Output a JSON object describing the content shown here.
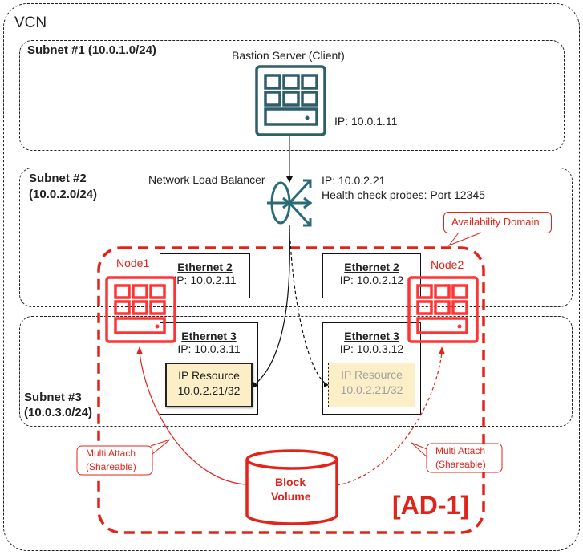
{
  "colors": {
    "accent_red": "#e2231a",
    "teal_icon": "#2f5e6b",
    "ip_resource_fill": "#fcefc7",
    "inactive_text": "#a0a0a0"
  },
  "vcn": {
    "label": "VCN"
  },
  "subnets": [
    {
      "label": "Subnet #1 (10.0.1.0/24)"
    },
    {
      "label_line1": "Subnet #2",
      "label_line2": "(10.0.2.0/24)"
    },
    {
      "label_line1": "Subnet #3",
      "label_line2": "(10.0.3.0/24)"
    }
  ],
  "bastion": {
    "title": "Bastion Server (Client)",
    "ip": "IP: 10.0.1.11",
    "icon": "server-icon"
  },
  "nlb": {
    "title": "Network Load Balancer",
    "ip": "IP: 10.0.2.21",
    "health": "Health check probes: Port 12345",
    "icon": "load-balancer-icon"
  },
  "availability_domain": {
    "callout": "Availability Domain",
    "label": "[AD-1]"
  },
  "nodes": [
    {
      "name": "Node1",
      "eth2": {
        "title": "Ethernet 2",
        "ip": "IP: 10.0.2.11"
      },
      "eth3": {
        "title": "Ethernet 3",
        "ip": "IP: 10.0.3.11"
      },
      "ip_resource": {
        "line1": "IP Resource",
        "line2": "10.0.2.21/32",
        "state": "active"
      }
    },
    {
      "name": "Node2",
      "eth2": {
        "title": "Ethernet 2",
        "ip": "IP: 10.0.2.12"
      },
      "eth3": {
        "title": "Ethernet 3",
        "ip": "IP: 10.0.3.12"
      },
      "ip_resource": {
        "line1": "IP Resource",
        "line2": "10.0.2.21/32",
        "state": "standby"
      }
    }
  ],
  "block_volume": {
    "line1": "Block",
    "line2": "Volume"
  },
  "multi_attach": [
    {
      "line1": "Multi Attach",
      "line2": "(Shareable)"
    },
    {
      "line1": "Multi Attach",
      "line2": "(Shareable)"
    }
  ]
}
